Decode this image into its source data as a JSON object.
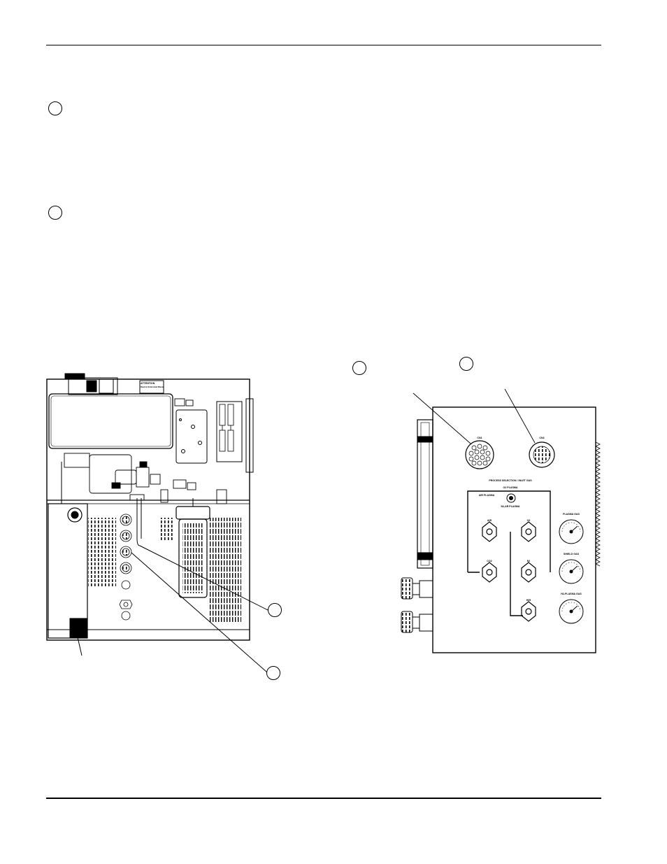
{
  "page": {
    "header_rule": "top",
    "footer_rule": "bottom"
  },
  "left_figure": {
    "placard_label": "ATTENTION",
    "placard_sublabel": "Read & Understand Manual"
  },
  "right_figure": {
    "connector_1_label": "CN1",
    "connector_2_label": "CN2",
    "panel_title": "PROCESS SELECTION / INLET GAS",
    "o2_plasma_label": "O2 PLASMA",
    "air_plasma_label": "AIR PLASMA",
    "n2_ar_plasma_label": "N2,AR PLASMA",
    "fitting_air": "AIR",
    "fitting_o2": "O2",
    "fitting_co2": "CO2",
    "fitting_n2": "N2",
    "fitting_h35": "H35",
    "gauge_1_label": "PLASMA GAS",
    "gauge_2_label": "SHIELD GAS",
    "gauge_3_label": "H2-PLASMA GAS"
  },
  "colors": {
    "line": "#000000",
    "background": "#ffffff"
  }
}
